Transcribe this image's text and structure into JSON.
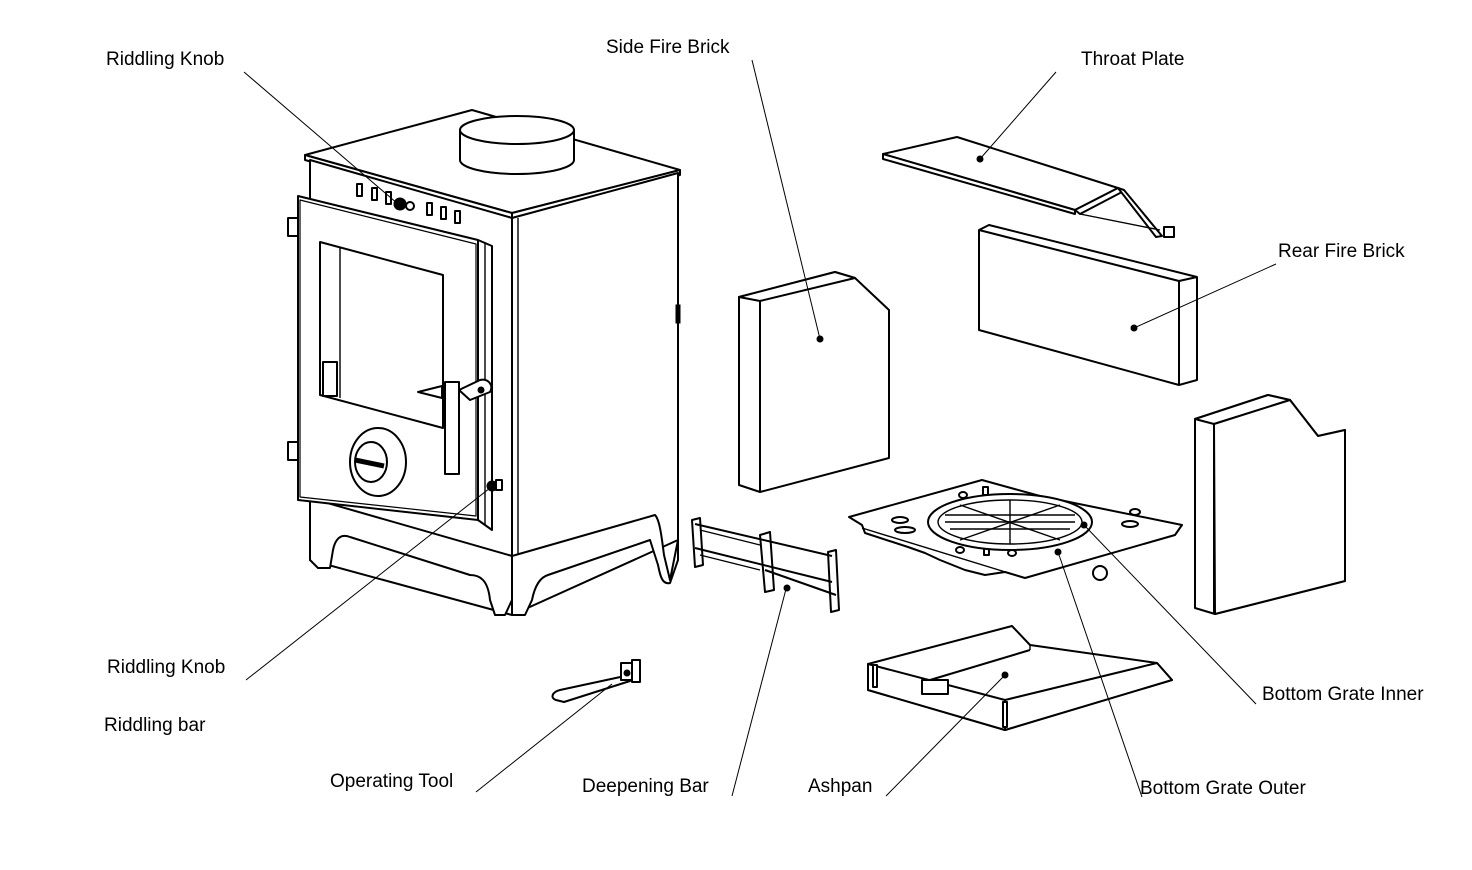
{
  "diagram": {
    "title": "Stove exploded parts diagram",
    "labels": {
      "riddling_knob_top": "Riddling Knob",
      "side_fire_brick": "Side Fire Brick",
      "throat_plate": "Throat Plate",
      "rear_fire_brick": "Rear Fire Brick",
      "bottom_grate_inner": "Bottom Grate Inner",
      "riddling_knob_bottom": "Riddling Knob",
      "riddling_bar": "Riddling bar",
      "operating_tool": "Operating Tool",
      "deepening_bar": "Deepening Bar",
      "ashpan": "Ashpan",
      "bottom_grate_outer": "Bottom Grate Outer"
    },
    "parts": [
      "stove-body",
      "side-fire-brick-left",
      "throat-plate",
      "rear-fire-brick",
      "side-fire-brick-right",
      "bottom-grate",
      "deepening-bar",
      "operating-tool",
      "ashpan"
    ]
  }
}
